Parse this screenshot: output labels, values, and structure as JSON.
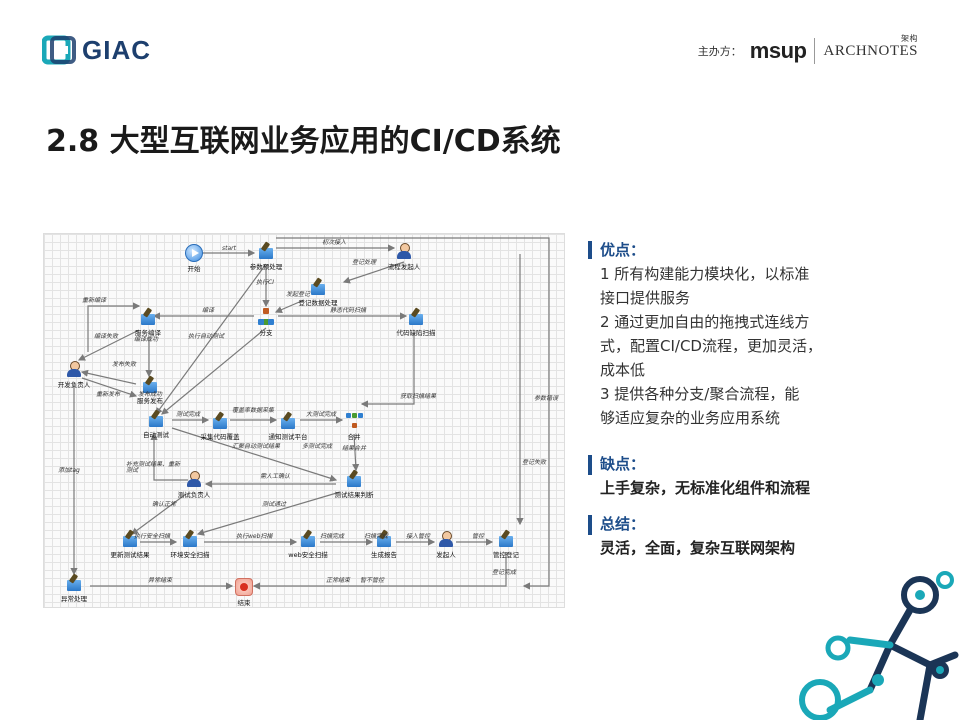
{
  "header": {
    "logo_text": "GIAC",
    "sponsor_label": "主办方：",
    "msup": "msup",
    "archnotes": "ARCHNOTES",
    "archnotes_small": "架构"
  },
  "title": "2.8 大型互联网业务应用的CI/CD系统",
  "diagram": {
    "nodes": {
      "start": "开始",
      "param": "参数预处理",
      "initiator": "流程发起人",
      "login_proc": "登记数据处理",
      "branch": "分支",
      "svc_compile": "服务编译",
      "code_scan": "代码缺陷扫描",
      "dev_owner": "开发负责人",
      "svc_publish": "服务发布",
      "auto_test": "自动测试",
      "collect_cov": "采集代码覆盖",
      "notify_test": "通知测试平台",
      "merge": "合并",
      "test_owner": "测试负责人",
      "result_judge": "测试结果判断",
      "update_result": "更新测试结果",
      "env_scan": "环境安全扫描",
      "web_scan": "web安全扫描",
      "gen_report": "生成报告",
      "sender": "发起人",
      "check_register": "管控登记",
      "exception": "异常处理",
      "end": "结束"
    },
    "edge_labels": {
      "start": "start",
      "first_access": "初次接入",
      "register_fill": "登记处理",
      "exec_ci": "执行CI",
      "initiate_register": "发起登记",
      "recompile": "重新编译",
      "compile": "编译",
      "static_scan": "静态代码扫描",
      "compile_fail": "编译失败",
      "compile_ok": "编译成功",
      "exec_auto_test": "执行自动测试",
      "publish_fail": "发布失败",
      "republish": "重新发布",
      "publish_ok": "发布成功",
      "get_scan_result": "获取扫描结果",
      "param_error": "参数错误",
      "test_done": "测试完成",
      "cov_collect": "覆盖率数据采集",
      "big_test": "大测试完成",
      "collect_auto_result": "汇聚自动测试结果",
      "multi_test_done": "多测试完成",
      "result_merge": "结果合并",
      "supplement": "补充测试结果、重新测试",
      "manual_confirm": "需人工确认",
      "confirm_ok": "确认正常",
      "test_pass": "测试通过",
      "exec_env_scan": "执行安全扫描",
      "exec_web_scan": "执行web扫描",
      "scan_done": "扫描完成",
      "report_done": "报告完成",
      "access_manage": "接入管控",
      "manage": "管控",
      "register_fail": "登记失败",
      "add_tag": "添加tag",
      "exception_end": "异常结束",
      "normal_end": "正常结束",
      "no_manage": "暂不管控",
      "register_done": "登记完成"
    }
  },
  "pros": {
    "title": "优点：",
    "lines": [
      "1 所有构建能力模块化，以标准",
      "接口提供服务",
      "2 通过更加自由的拖拽式连线方",
      "式，配置CI/CD流程，更加灵活，",
      "成本低",
      "3 提供各种分支/聚合流程，能",
      "够适应复杂的业务应用系统"
    ]
  },
  "cons": {
    "title": "缺点：",
    "line": "上手复杂，无标准化组件和流程"
  },
  "summary": {
    "title": "总结：",
    "line": "灵活，全面，复杂互联网架构"
  },
  "colors": {
    "brand_blue": "#1d4d8a",
    "teal": "#1aa8b8",
    "dark_navy": "#1b3556",
    "edge": "#7a7a7a"
  }
}
